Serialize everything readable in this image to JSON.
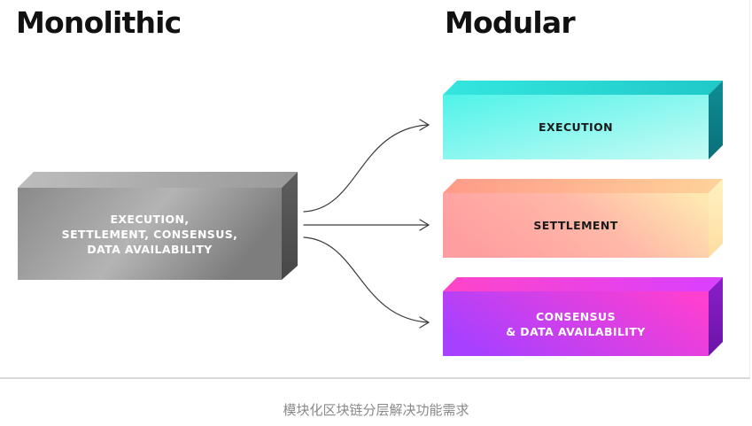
{
  "titles": {
    "left": "Monolithic",
    "right": "Modular"
  },
  "monolithic_block": {
    "lines": [
      "EXECUTION,",
      "SETTLEMENT, CONSENSUS,",
      "DATA AVAILABILITY"
    ]
  },
  "modular_blocks": [
    {
      "id": "execution",
      "lines": [
        "EXECUTION"
      ]
    },
    {
      "id": "settlement",
      "lines": [
        "SETTLEMENT"
      ]
    },
    {
      "id": "consensus",
      "lines": [
        "CONSENSUS",
        "& DATA AVAILABILITY"
      ]
    }
  ],
  "caption": "模块化区块链分层解决功能需求",
  "colors": {
    "monolithic_front": [
      "#8a8a8a",
      "#b4b4b4",
      "#7d7d7d"
    ],
    "execution_front": [
      "#4ff3e9",
      "#c6fbf5"
    ],
    "settlement_front": [
      "#ff9ea0",
      "#ffe7b0"
    ],
    "consensus_front": [
      "#a840ff",
      "#ff3fd0"
    ],
    "arrow": "#3a3a3a"
  }
}
